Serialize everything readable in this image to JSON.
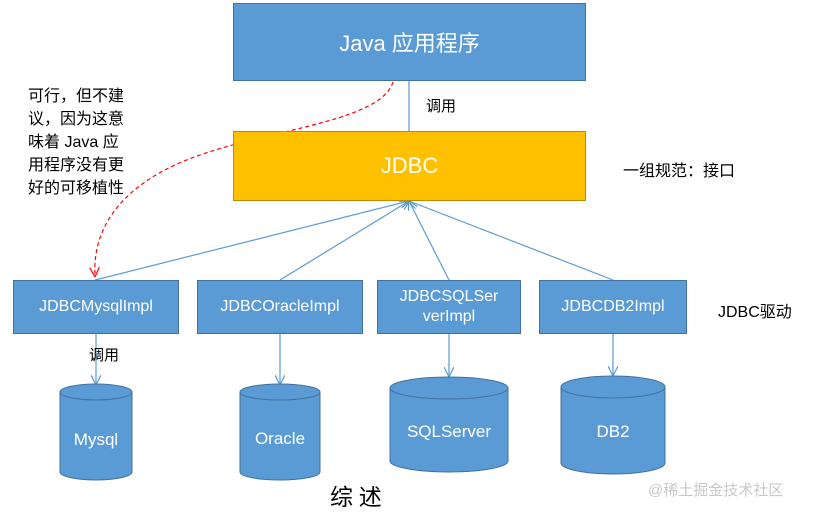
{
  "app": {
    "title": "Java 应用程序"
  },
  "jdbc": {
    "label": "JDBC"
  },
  "labels": {
    "call_top": "调用",
    "call_left": "调用",
    "spec": "一组规范：接口",
    "driver": "JDBC驱动",
    "note_lines": [
      "可行，但不建",
      "议，因为这意",
      "味着 Java 应",
      "用程序没有更",
      "好的可移植性"
    ],
    "caption": "综 述",
    "watermark": "@稀土掘金技术社区"
  },
  "impls": [
    {
      "lines": [
        "JDBCMysqlImpl"
      ]
    },
    {
      "lines": [
        "JDBCOracleImpl"
      ]
    },
    {
      "lines": [
        "JDBCSQLSer",
        "verImpl"
      ]
    },
    {
      "lines": [
        "JDBCDB2Impl"
      ]
    }
  ],
  "databases": [
    "Mysql",
    "Oracle",
    "SQLServer",
    "DB2"
  ],
  "colors": {
    "blue_fill": "#5b9bd5",
    "blue_border": "#41719c",
    "gold_fill": "#ffc000",
    "dashed_arrow": "#ff0000"
  }
}
